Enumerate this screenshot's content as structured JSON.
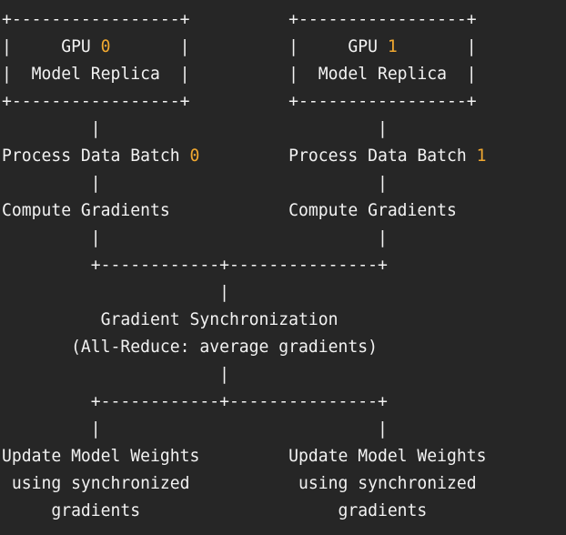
{
  "lines": [
    "+-----------------+          +-----------------+",
    "|     GPU 0       |          |     GPU 1       |",
    "|  Model Replica  |          |  Model Replica  |",
    "+-----------------+          +-----------------+",
    "         |                            |",
    "Process Data Batch 0         Process Data Batch 1",
    "         |                            |",
    "Compute Gradients            Compute Gradients",
    "         |                            |",
    "         +------------+---------------+",
    "                      |",
    "          Gradient Synchronization",
    "       (All-Reduce: average gradients)",
    "                      |",
    "         +------------+---------------+",
    "         |                            |",
    "Update Model Weights         Update Model Weights",
    " using synchronized           using synchronized",
    "     gradients                    gradients"
  ],
  "number_color": "#f0a830"
}
